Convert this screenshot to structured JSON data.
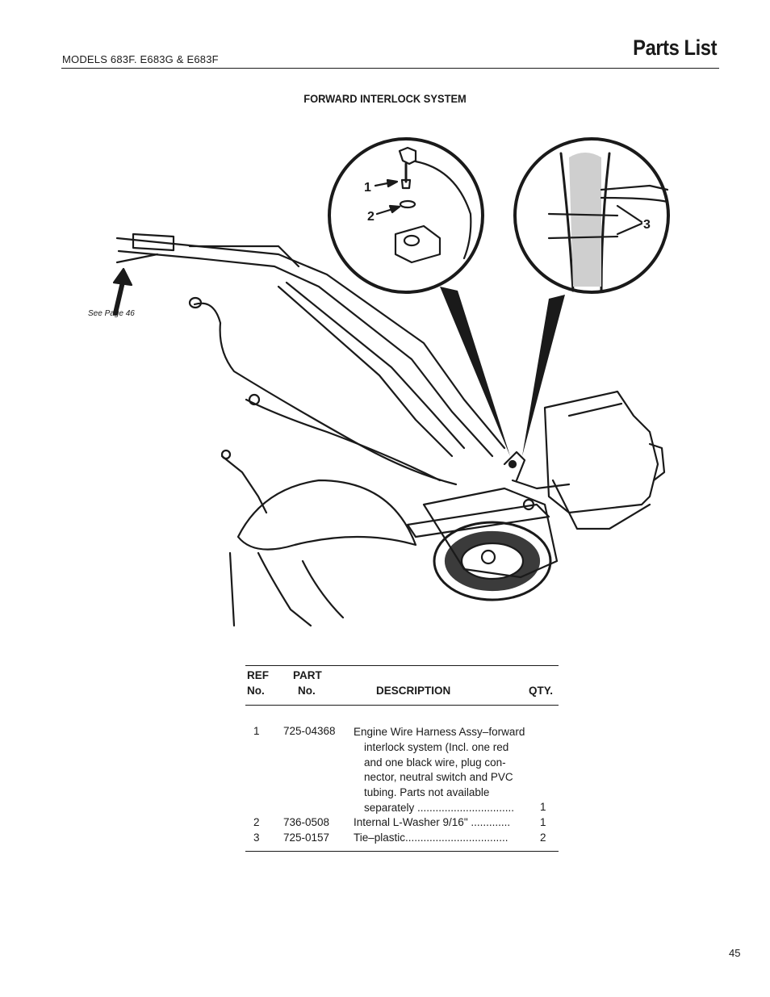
{
  "header": {
    "models": "MODELS  683F. E683G & E683F",
    "title": "Parts List"
  },
  "section": {
    "title": "FORWARD INTERLOCK SYSTEM"
  },
  "diagram": {
    "see_page": "See Page 46",
    "callouts": [
      "1",
      "2",
      "3"
    ]
  },
  "table": {
    "headers": {
      "ref_line1": "REF",
      "ref_line2": "No.",
      "part_line1": "PART",
      "part_line2": "No.",
      "description": "DESCRIPTION",
      "qty": "QTY."
    },
    "rows": [
      {
        "ref": "1",
        "part": "725-04368",
        "description_lines": [
          "Engine Wire Harness Assy–forward",
          "interlock system (Incl. one red",
          "and one black wire, plug con-",
          "nector, neutral switch and PVC",
          "tubing.  Parts not available",
          "separately ................................"
        ],
        "qty": "1"
      },
      {
        "ref": "2",
        "part": "736-0508",
        "description_lines": [
          "Internal L-Washer 9/16\" ............."
        ],
        "qty": "1"
      },
      {
        "ref": "3",
        "part": "725-0157",
        "description_lines": [
          "Tie–plastic.................................."
        ],
        "qty": "2"
      }
    ]
  },
  "page_number": "45"
}
